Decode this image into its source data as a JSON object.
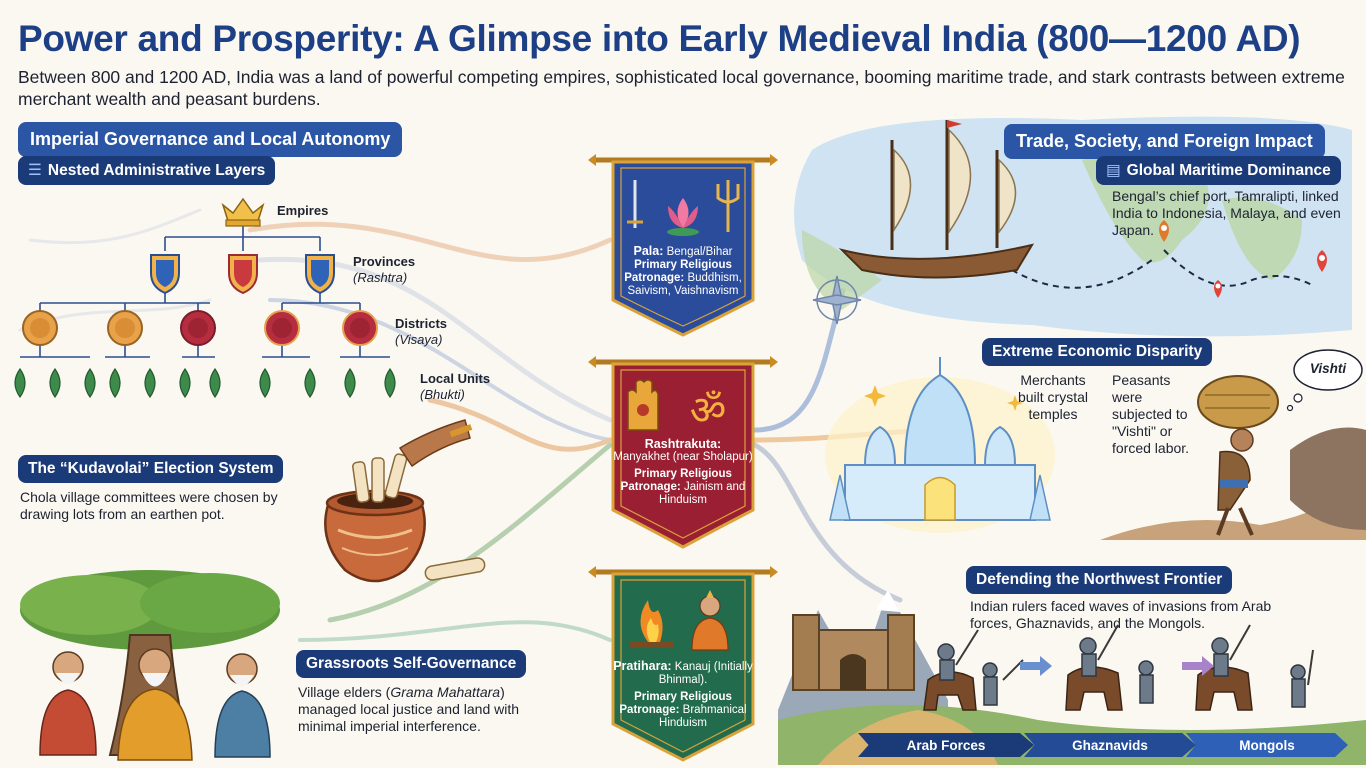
{
  "header": {
    "title": "Power and Prosperity: A Glimpse into Early Medieval India (800—1200 AD)",
    "subtitle": "Between 800 and 1200 AD, India was a land of powerful competing empires, sophisticated local governance, booming maritime trade, and stark contrasts between extreme merchant wealth and peasant burdens."
  },
  "left": {
    "section_title": "Imperial Governance and Local Autonomy",
    "admin": {
      "title": "Nested Administrative Layers",
      "levels": [
        {
          "name": "Empires",
          "term": ""
        },
        {
          "name": "Provinces",
          "term": "(Rashtra)"
        },
        {
          "name": "Districts",
          "term": "(Visaya)"
        },
        {
          "name": "Local Units",
          "term": "(Bhukti)"
        }
      ]
    },
    "election": {
      "title": "The “Kudavolai” Election System",
      "text": "Chola village committees were chosen by drawing lots from an earthen pot."
    },
    "grassroots": {
      "title": "Grassroots Self-Governance",
      "text_before": "Village elders (",
      "text_term": "Grama Mahattara",
      "text_after": ") managed local justice and land with minimal imperial interference."
    }
  },
  "dynasties": [
    {
      "name": "Pala:",
      "capital": "Bengal/Bihar",
      "patronage_label": "Primary Religious Patronage:",
      "patronage": "Buddhism, Saivism, Vaishnavism",
      "color": "#2b4c9b"
    },
    {
      "name": "Rashtrakuta:",
      "capital": "Manyakhet (near Sholapur)",
      "patronage_label": "Primary Religious Patronage:",
      "patronage": "Jainism and Hinduism",
      "color": "#9b1f33"
    },
    {
      "name": "Pratihara:",
      "capital": "Kanauj (Initially Bhinmal).",
      "patronage_label": "Primary Religious Patronage:",
      "patronage": "Brahmanical Hinduism",
      "color": "#226b4c"
    }
  ],
  "right": {
    "section_title": "Trade, Society, and Foreign Impact",
    "maritime": {
      "title": "Global Maritime Dominance",
      "text": "Bengal’s chief port, Tamralipti, linked India to Indonesia, Malaya, and even Japan."
    },
    "disparity": {
      "title": "Extreme Economic Disparity",
      "merchants": "Merchants built crystal temples",
      "peasants": "Peasants were subjected to \"Vishti\" or forced labor.",
      "bubble": "Vishti"
    },
    "frontier": {
      "title": "Defending the Northwest Frontier",
      "text": "Indian rulers faced waves of invasions from Arab forces, Ghaznavids, and the Mongols.",
      "sequence": [
        "Arab Forces",
        "Ghaznavids",
        "Mongols"
      ]
    }
  },
  "colors": {
    "primary": "#2a56a5",
    "dark": "#1b3b78",
    "title": "#1c3f86"
  }
}
